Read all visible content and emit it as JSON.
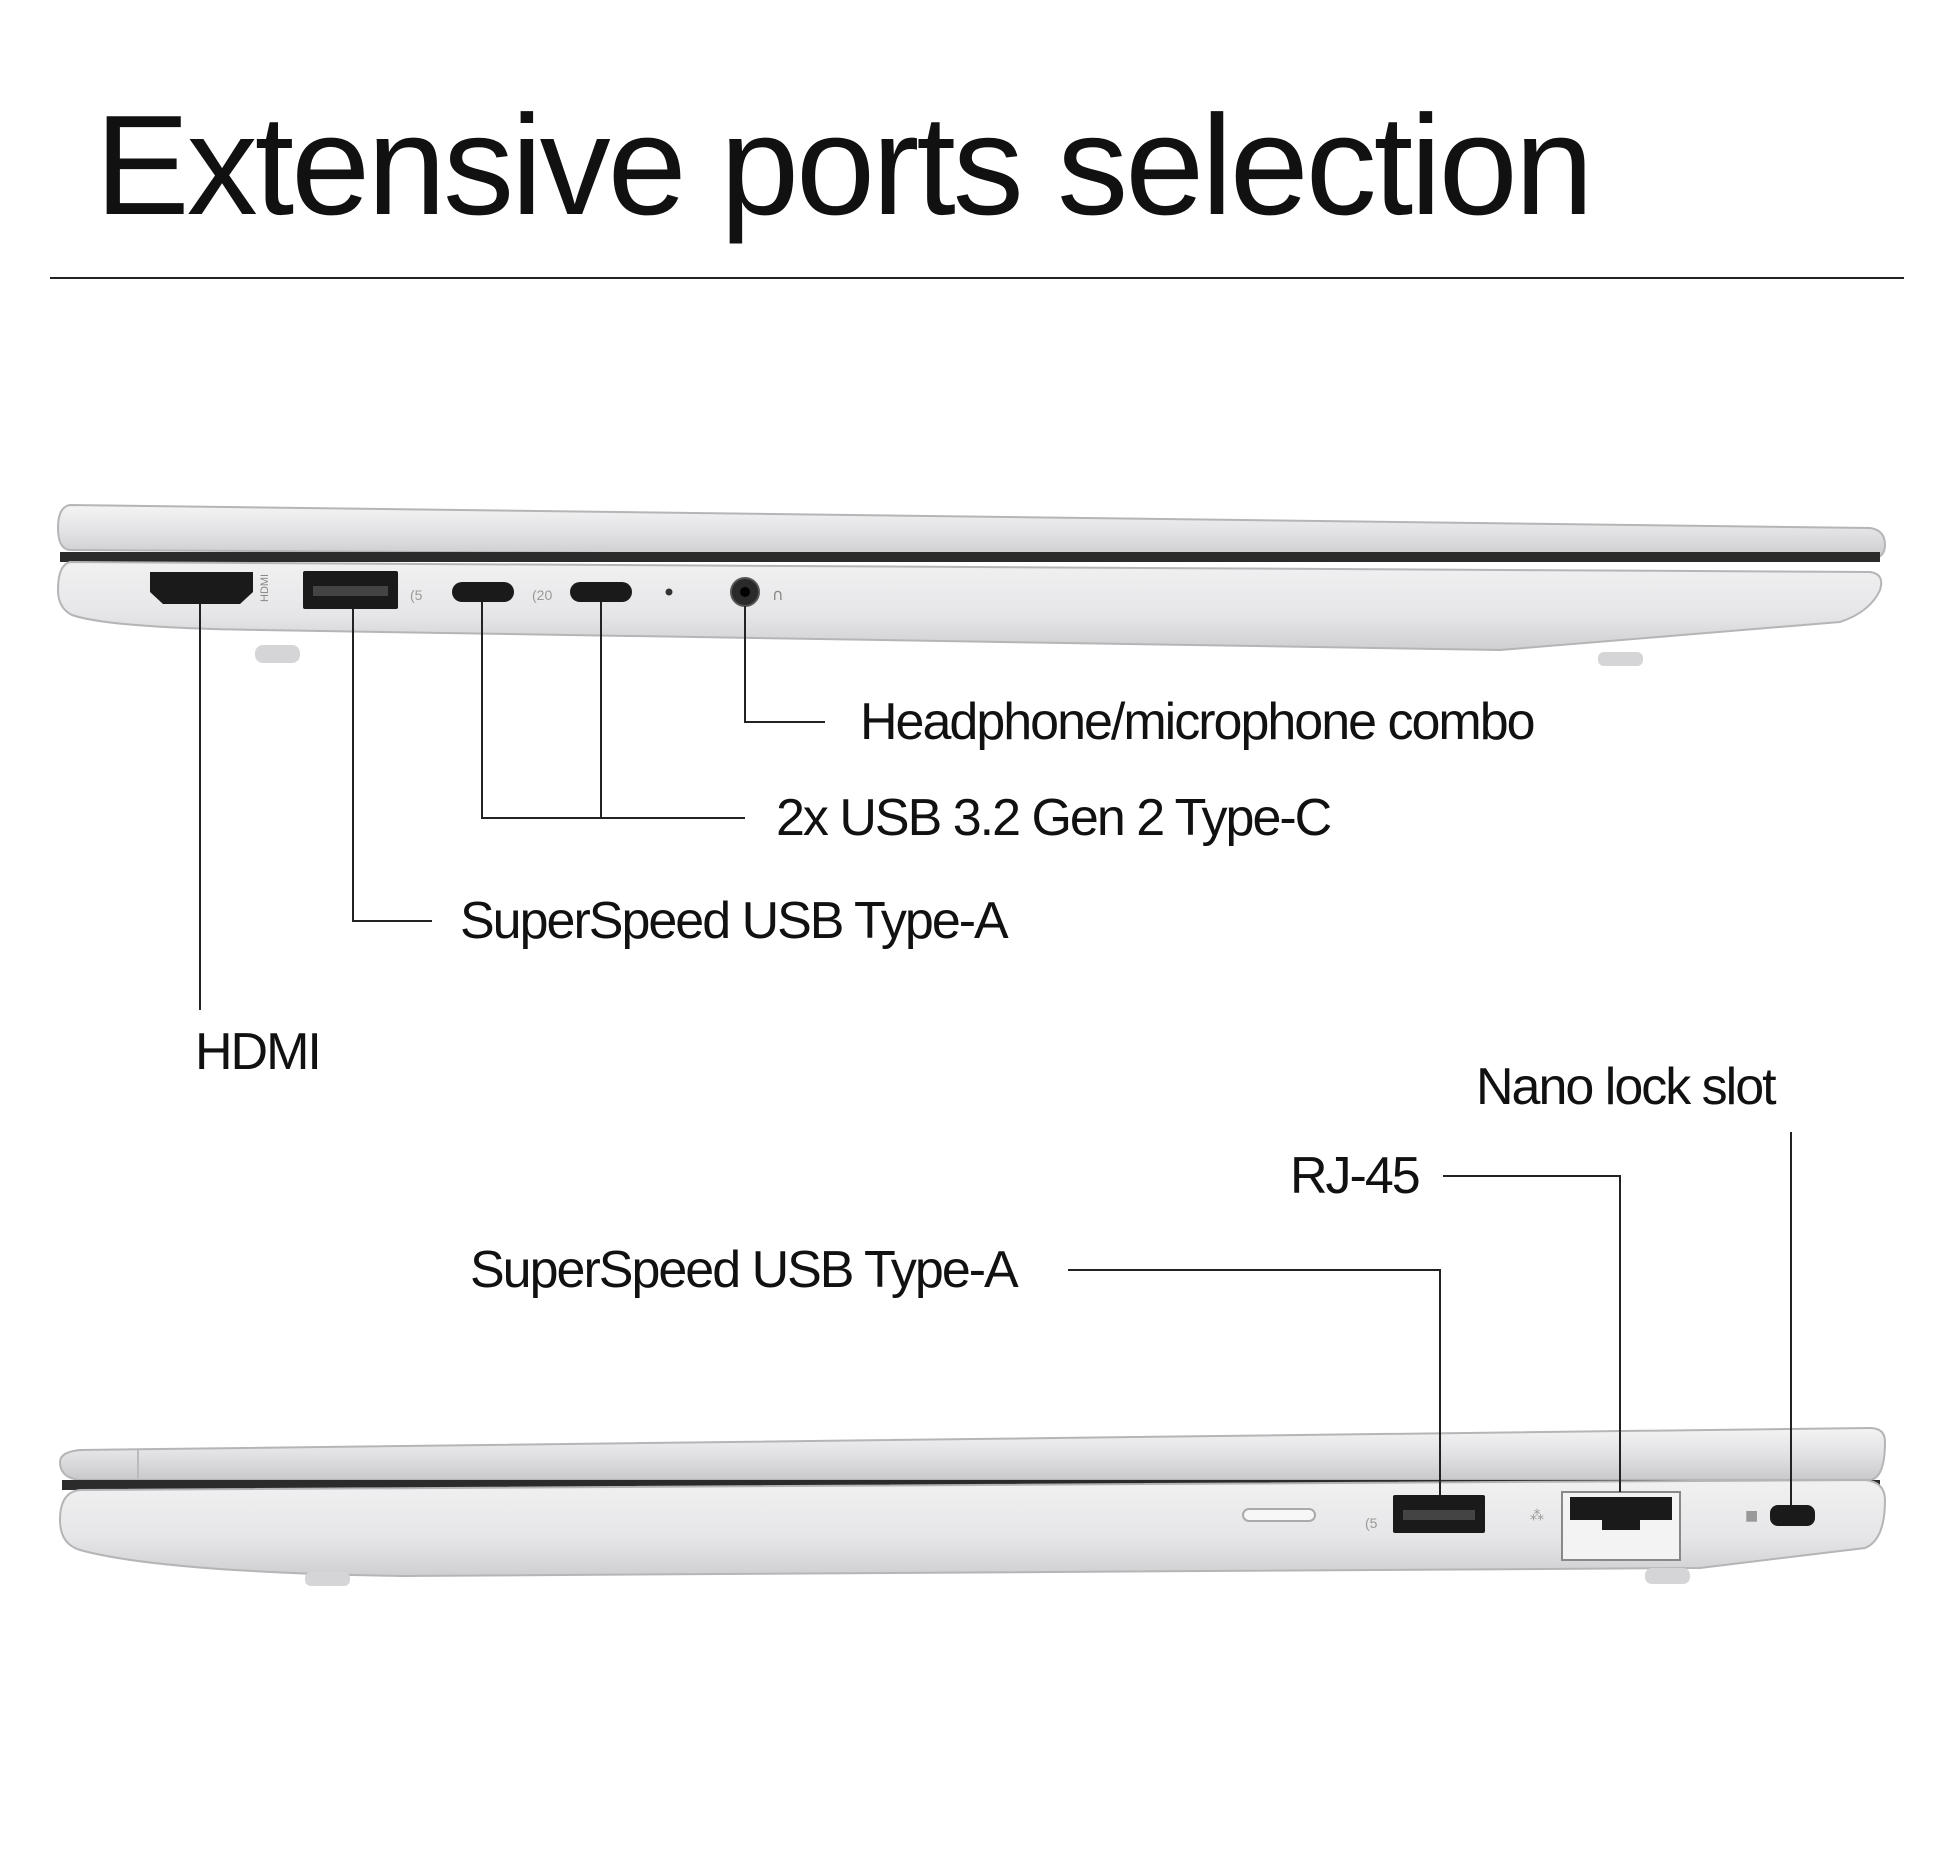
{
  "title": "Extensive ports selection",
  "left_side": {
    "labels": {
      "headphone": "Headphone/microphone combo",
      "usb_c": "2x USB 3.2 Gen 2 Type-C",
      "usb_a": "SuperSpeed USB Type-A",
      "hdmi": "HDMI"
    }
  },
  "right_side": {
    "labels": {
      "nano_lock": "Nano lock slot",
      "rj45": "RJ-45",
      "usb_a": "SuperSpeed USB Type-A"
    }
  },
  "colors": {
    "chassis": "#e4e4e6",
    "chassis_edge": "#b9b9bd",
    "port": "#1a1a1a",
    "leader": "#222222"
  }
}
